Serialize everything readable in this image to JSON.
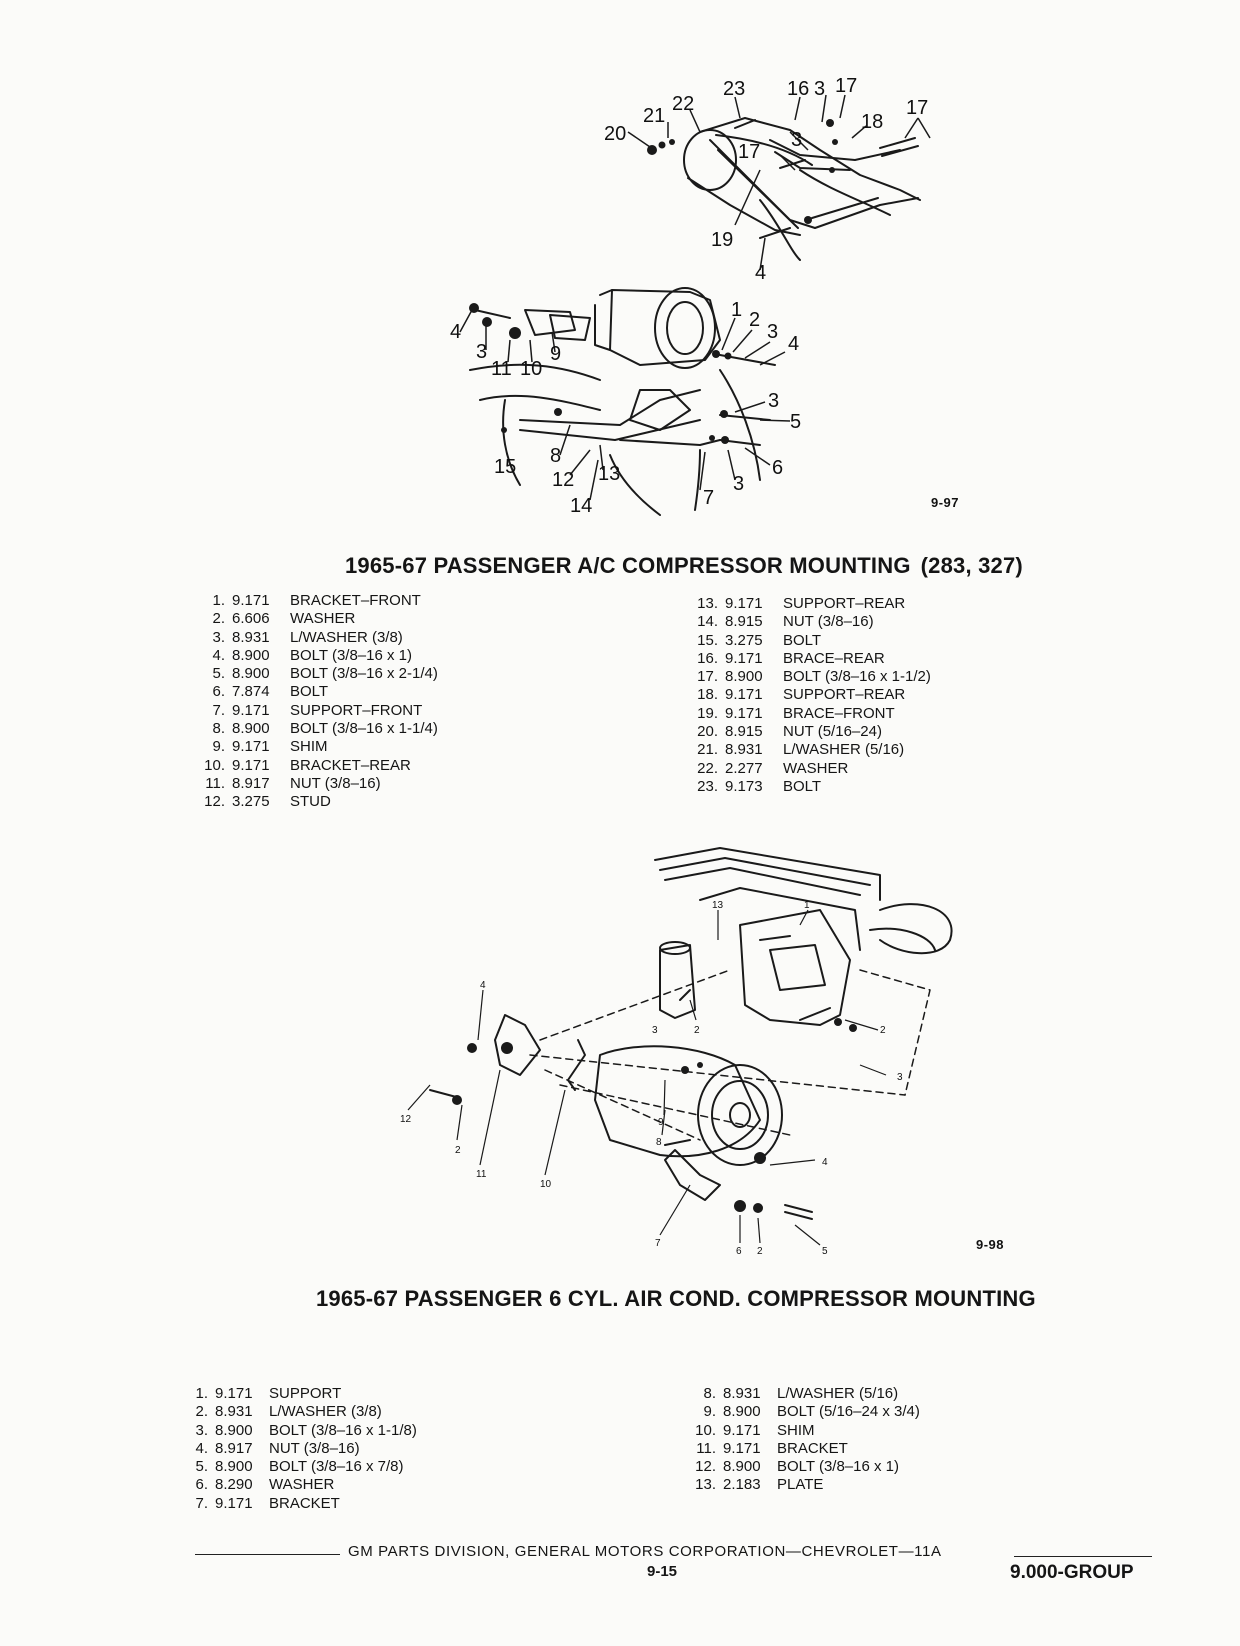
{
  "section1": {
    "figure_code": "9-97",
    "title": "1965-67 PASSENGER A/C COMPRESSOR MOUNTING",
    "title_suffix": "(283, 327)",
    "callouts_upper": [
      "23",
      "16",
      "3",
      "17",
      "22",
      "21",
      "20",
      "18",
      "17",
      "3",
      "17",
      "19",
      "4"
    ],
    "callouts_lower": [
      "1",
      "2",
      "3",
      "4",
      "4",
      "3",
      "11",
      "10",
      "9",
      "3",
      "5",
      "8",
      "15",
      "6",
      "13",
      "12",
      "3",
      "7",
      "14"
    ],
    "parts_left": [
      {
        "n": "1.",
        "code": "9.171",
        "desc": "BRACKET–FRONT"
      },
      {
        "n": "2.",
        "code": "6.606",
        "desc": "WASHER"
      },
      {
        "n": "3.",
        "code": "8.931",
        "desc": "L/WASHER (3/8)"
      },
      {
        "n": "4.",
        "code": "8.900",
        "desc": "BOLT (3/8–16 x 1)"
      },
      {
        "n": "5.",
        "code": "8.900",
        "desc": "BOLT (3/8–16 x 2-1/4)"
      },
      {
        "n": "6.",
        "code": "7.874",
        "desc": "BOLT"
      },
      {
        "n": "7.",
        "code": "9.171",
        "desc": "SUPPORT–FRONT"
      },
      {
        "n": "8.",
        "code": "8.900",
        "desc": "BOLT (3/8–16 x 1-1/4)"
      },
      {
        "n": "9.",
        "code": "9.171",
        "desc": "SHIM"
      },
      {
        "n": "10.",
        "code": "9.171",
        "desc": "BRACKET–REAR"
      },
      {
        "n": "11.",
        "code": "8.917",
        "desc": "NUT (3/8–16)"
      },
      {
        "n": "12.",
        "code": "3.275",
        "desc": "STUD"
      }
    ],
    "parts_right": [
      {
        "n": "13.",
        "code": "9.171",
        "desc": "SUPPORT–REAR"
      },
      {
        "n": "14.",
        "code": "8.915",
        "desc": "NUT (3/8–16)"
      },
      {
        "n": "15.",
        "code": "3.275",
        "desc": "BOLT"
      },
      {
        "n": "16.",
        "code": "9.171",
        "desc": "BRACE–REAR"
      },
      {
        "n": "17.",
        "code": "8.900",
        "desc": "BOLT (3/8–16 x 1-1/2)"
      },
      {
        "n": "18.",
        "code": "9.171",
        "desc": "SUPPORT–REAR"
      },
      {
        "n": "19.",
        "code": "9.171",
        "desc": "BRACE–FRONT"
      },
      {
        "n": "20.",
        "code": "8.915",
        "desc": "NUT (5/16–24)"
      },
      {
        "n": "21.",
        "code": "8.931",
        "desc": "L/WASHER (5/16)"
      },
      {
        "n": "22.",
        "code": "2.277",
        "desc": "WASHER"
      },
      {
        "n": "23.",
        "code": "9.173",
        "desc": "BOLT"
      }
    ]
  },
  "section2": {
    "figure_code": "9-98",
    "title": "1965-67 PASSENGER 6 CYL. AIR COND. COMPRESSOR MOUNTING",
    "callouts": [
      "13",
      "1",
      "4",
      "2",
      "3",
      "12",
      "2",
      "11",
      "10",
      "9",
      "8",
      "3",
      "4",
      "7",
      "6",
      "2",
      "5"
    ],
    "parts_left": [
      {
        "n": "1.",
        "code": "9.171",
        "desc": "SUPPORT"
      },
      {
        "n": "2.",
        "code": "8.931",
        "desc": "L/WASHER (3/8)"
      },
      {
        "n": "3.",
        "code": "8.900",
        "desc": "BOLT (3/8–16 x 1-1/8)"
      },
      {
        "n": "4.",
        "code": "8.917",
        "desc": "NUT (3/8–16)"
      },
      {
        "n": "5.",
        "code": "8.900",
        "desc": "BOLT (3/8–16 x 7/8)"
      },
      {
        "n": "6.",
        "code": "8.290",
        "desc": "WASHER"
      },
      {
        "n": "7.",
        "code": "9.171",
        "desc": "BRACKET"
      }
    ],
    "parts_right": [
      {
        "n": "8.",
        "code": "8.931",
        "desc": "L/WASHER (5/16)"
      },
      {
        "n": "9.",
        "code": "8.900",
        "desc": "BOLT (5/16–24 x 3/4)"
      },
      {
        "n": "10.",
        "code": "9.171",
        "desc": "SHIM"
      },
      {
        "n": "11.",
        "code": "9.171",
        "desc": "BRACKET"
      },
      {
        "n": "12.",
        "code": "8.900",
        "desc": "BOLT (3/8–16 x 1)"
      },
      {
        "n": "13.",
        "code": "2.183",
        "desc": "PLATE"
      }
    ]
  },
  "footer": {
    "text": "GM PARTS DIVISION, GENERAL MOTORS CORPORATION—CHEVROLET—11A",
    "page": "9-15",
    "group": "9.000-GROUP"
  }
}
